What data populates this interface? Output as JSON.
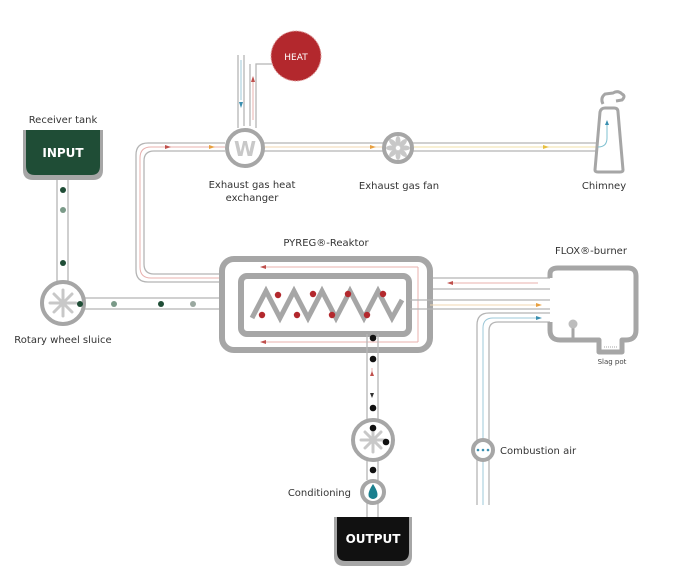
{
  "diagram": {
    "components": {
      "receiver_tank": {
        "label": "Receiver tank",
        "box_text": "INPUT",
        "color": "#1f4d36"
      },
      "rotary_wheel_sluice": {
        "label": "Rotary wheel sluice"
      },
      "reactor": {
        "label": "PYREG®-Reaktor"
      },
      "flox_burner": {
        "label": "FLOX®-burner"
      },
      "slag_pot": {
        "label": "Slag pot"
      },
      "heat": {
        "text": "HEAT",
        "color": "#b3282d"
      },
      "heat_exchanger": {
        "label_line1": "Exhaust gas heat",
        "label_line2": "exchanger",
        "symbol": "W"
      },
      "exhaust_fan": {
        "label": "Exhaust gas fan"
      },
      "chimney": {
        "label": "Chimney"
      },
      "combustion_air": {
        "label": "Combustion air"
      },
      "conditioning": {
        "label": "Conditioning"
      },
      "output": {
        "box_text": "OUTPUT",
        "color": "#111111"
      }
    },
    "colors": {
      "pipe": "#b5b5b5",
      "wall": "#a6a6a6",
      "hot_gas": "#c0504d",
      "exhaust": "#e8a040",
      "air": "#3a8fb0",
      "feed_dark": "#1f4d36",
      "feed_light": "#7a9a88",
      "char": "#111111",
      "water": "#1a7f8e"
    }
  }
}
